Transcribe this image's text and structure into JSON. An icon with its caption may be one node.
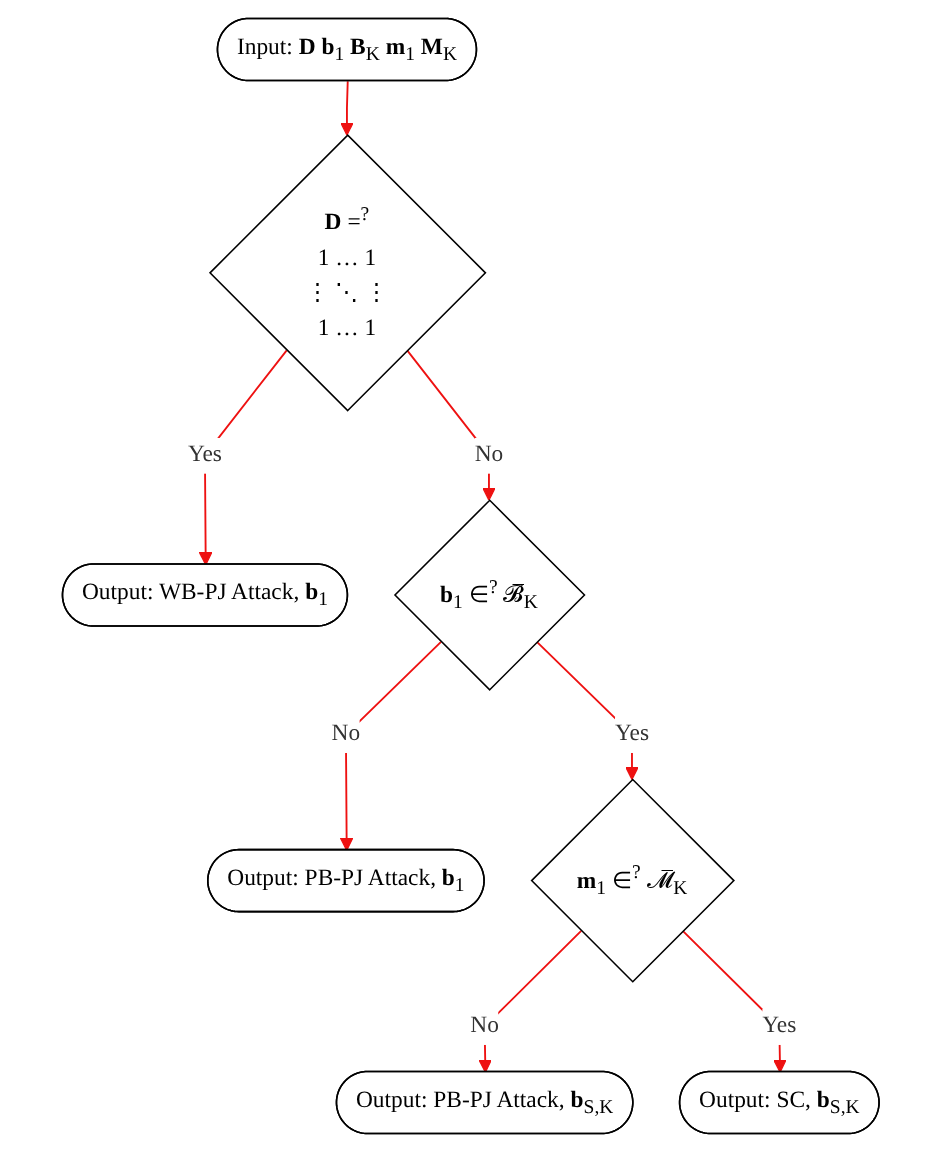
{
  "diagram": {
    "nodes": [
      {
        "text": [
          "Input: **D** **b**$_{1}$ **B**$_{K}$ **m**$_{1}$ **M**$_{K}$"
        ]
      },
      {
        "text": [
          "**D** =$^{?}$",
          "1 … 1",
          "⋮ ⋱ ⋮",
          "1 … 1"
        ]
      },
      {
        "text": [
          "Output: WB-PJ Attack, **b**$_{1}$"
        ]
      },
      {
        "text": [
          "**b**$_{1}$ ∈$^{?}$ 𝓑̅$_{K}$"
        ]
      },
      {
        "text": [
          "Output: PB-PJ Attack, **b**$_{1}$"
        ]
      },
      {
        "text": [
          "**m**$_{1}$ ∈$^{?}$ 𝓜̅$_{K}$"
        ]
      },
      {
        "text": [
          "Output: PB-PJ Attack, **b**$_{S,K}$"
        ]
      },
      {
        "text": [
          "Output: SC, **b**$_{S,K}$"
        ]
      }
    ],
    "edges": [
      {
        "from": 0,
        "to": 1,
        "arrow": "to"
      },
      {
        "from": 1,
        "to": 2,
        "label": "Yes",
        "arrow": "to"
      },
      {
        "from": 1,
        "to": 3,
        "label": "No",
        "arrow": "to"
      },
      {
        "from": 3,
        "to": 4,
        "label": "No",
        "arrow": "to"
      },
      {
        "from": 3,
        "to": 5,
        "label": "Yes",
        "arrow": "to"
      },
      {
        "from": 5,
        "to": 6,
        "label": "No",
        "arrow": "to"
      },
      {
        "from": 5,
        "to": 7,
        "label": "Yes",
        "arrow": "to"
      }
    ]
  }
}
